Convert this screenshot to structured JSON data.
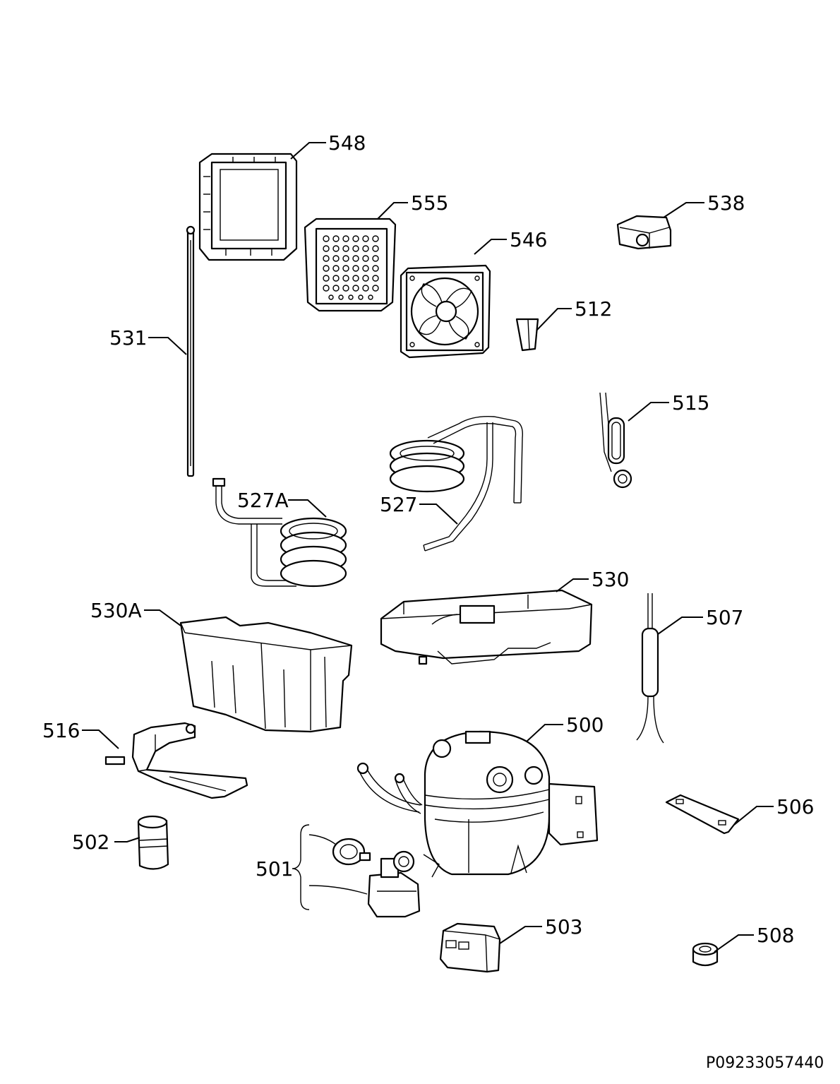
{
  "labels": {
    "p548": "548",
    "p555": "555",
    "p546": "546",
    "p538": "538",
    "p531": "531",
    "p512": "512",
    "p515": "515",
    "p527a": "527A",
    "p527": "527",
    "p530": "530",
    "p530a": "530A",
    "p507": "507",
    "p516": "516",
    "p500": "500",
    "p506": "506",
    "p502": "502",
    "p501": "501",
    "p503": "503",
    "p508": "508"
  },
  "document_id": "P09233057440"
}
